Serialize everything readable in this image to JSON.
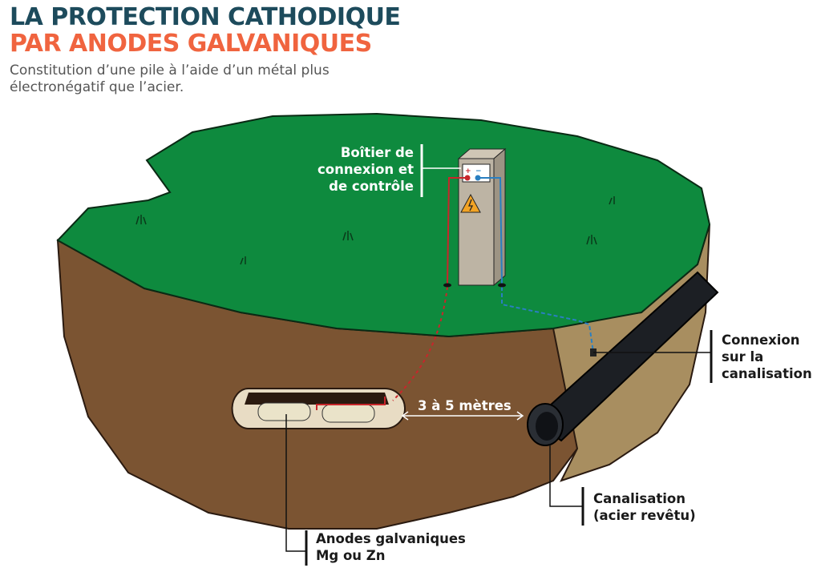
{
  "title_line1": "LA PROTECTION CATHODIQUE",
  "title_line2": "PAR ANODES GALVANIQUES",
  "subtitle": "Constitution d’une pile à l’aide d’un métal plus électronégatif que l’acier.",
  "labels": {
    "box": [
      "Boîtier de",
      "connexion et",
      "de contrôle"
    ],
    "connection": [
      "Connexion",
      "sur la",
      "canalisation"
    ],
    "distance": "3 à 5 mètres",
    "pipe": [
      "Canalisation",
      "(acier revêtu)"
    ],
    "anodes": [
      "Anodes galvaniques",
      "Mg ou Zn"
    ]
  },
  "box_terminals": {
    "plus": "+",
    "minus": "−"
  },
  "colors": {
    "title": "#1d4b5c",
    "accent": "#f0643f",
    "grass": "#0e8a3e",
    "soil": "#7b5432",
    "positive_wire": "#c8262b",
    "negative_wire": "#2a7fc1"
  }
}
